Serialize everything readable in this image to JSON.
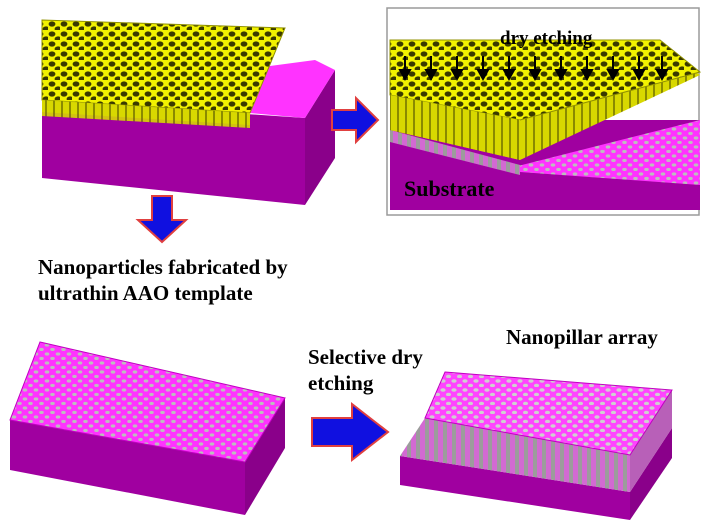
{
  "labels": {
    "dry_etching": "dry etching",
    "substrate": "Substrate",
    "nanoparticles_line1": "Nanoparticles fabricated by",
    "nanoparticles_line2": "ultrathin AAO template",
    "selective_line1": "Selective dry",
    "selective_line2": "etching",
    "nanopillar_array": "Nanopillar array"
  },
  "colors": {
    "substrate_top": "#ff33ff",
    "substrate_front": "#a000a0",
    "substrate_side": "#8a008a",
    "aao_yellow": "#f5f500",
    "aao_side": "#c8c800",
    "arrow_blue": "#1010e0",
    "arrow_border": "#e04040",
    "pillar_gray": "#a8a8a8"
  },
  "icons": {
    "process_arrow": "blue-block-arrow",
    "etch_arrow": "down-arrow"
  }
}
